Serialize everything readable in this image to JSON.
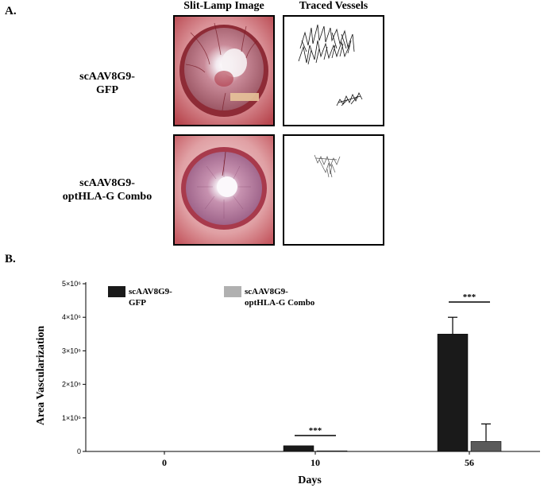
{
  "panel_a": {
    "label": "A.",
    "col_heads": [
      "Slit-Lamp Image",
      "Traced Vessels"
    ],
    "rows": [
      {
        "label_line1": "scAAV8G9-",
        "label_line2": "GFP"
      },
      {
        "label_line1": "scAAV8G9-",
        "label_line2": "optHLA-G Combo"
      }
    ]
  },
  "panel_b": {
    "label": "B."
  },
  "chart_data": {
    "type": "bar",
    "categories": [
      "0",
      "10",
      "56"
    ],
    "series": [
      {
        "name": "scAAV8G9-\nGFP",
        "values": [
          0,
          170000,
          3500000
        ],
        "errors": [
          0,
          0,
          500000
        ],
        "color": "#1a1a1a"
      },
      {
        "name": "scAAV8G9-\noptHLA-G Combo",
        "values": [
          0,
          20000,
          300000
        ],
        "errors": [
          0,
          0,
          520000
        ],
        "color": "#5a5a5a"
      }
    ],
    "legend": [
      {
        "line1": "scAAV8G9-",
        "line2": "GFP",
        "color": "#1a1a1a"
      },
      {
        "line1": "scAAV8G9-",
        "line2": "optHLA-G Combo",
        "color": "#b0b0b0"
      }
    ],
    "xlabel": "Days",
    "ylabel": "Area Vascularization",
    "ylim": [
      0,
      5000000
    ],
    "yticks": [
      "0",
      "1×10⁶",
      "2×10⁶",
      "3×10⁶",
      "4×10⁶",
      "5×10⁶"
    ],
    "annotations": [
      {
        "text": "***",
        "category": "10"
      },
      {
        "text": "***",
        "category": "56"
      }
    ]
  }
}
